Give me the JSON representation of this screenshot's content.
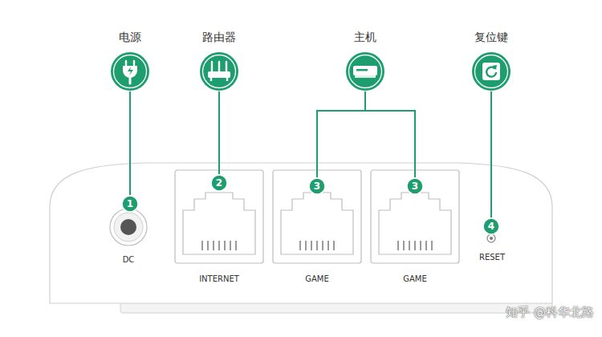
{
  "diagram": {
    "nodes": [
      {
        "text": [
          "电源"
        ]
      },
      {
        "text": [
          "路由器"
        ]
      },
      {
        "text": [
          "主机"
        ]
      },
      {
        "text": [
          "复位键"
        ]
      },
      {
        "text": [
          "1"
        ]
      },
      {
        "text": [
          "2"
        ]
      },
      {
        "text": [
          "3"
        ]
      },
      {
        "text": [
          "3"
        ]
      },
      {
        "text": [
          "4"
        ]
      }
    ],
    "edges": [
      {
        "from": 0,
        "to": 4,
        "arrow": "none"
      },
      {
        "from": 1,
        "to": 5,
        "arrow": "none"
      },
      {
        "from": 2,
        "to": 6,
        "arrow": "none"
      },
      {
        "from": 2,
        "to": 7,
        "arrow": "none"
      },
      {
        "from": 3,
        "to": 8,
        "arrow": "none"
      }
    ],
    "labels": [
      "DC",
      "INTERNET",
      "GAME",
      "GAME",
      "RESET",
      "知乎 @科华北路"
    ]
  }
}
